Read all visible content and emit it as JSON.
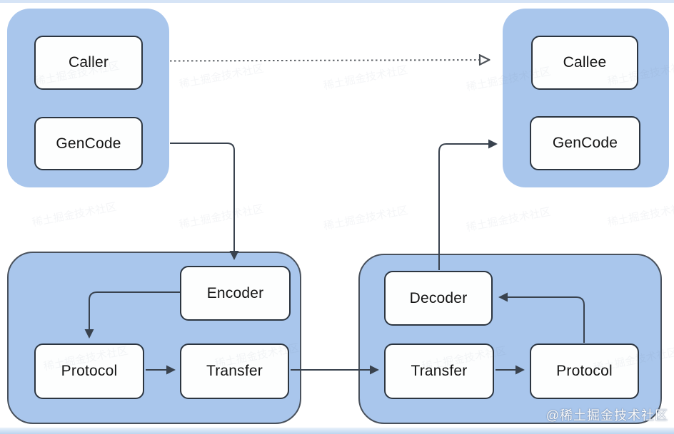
{
  "diagram": {
    "nodes": {
      "caller": "Caller",
      "gencode_client": "GenCode",
      "callee": "Callee",
      "gencode_server": "GenCode",
      "encoder": "Encoder",
      "protocol_client": "Protocol",
      "transfer_client": "Transfer",
      "decoder": "Decoder",
      "transfer_server": "Transfer",
      "protocol_server": "Protocol"
    },
    "edges": [
      {
        "from": "caller",
        "to": "callee",
        "style": "dashed",
        "head": "open-triangle"
      },
      {
        "from": "gencode_client",
        "to": "encoder",
        "style": "solid",
        "head": "filled"
      },
      {
        "from": "encoder",
        "to": "protocol_client",
        "style": "solid",
        "head": "filled"
      },
      {
        "from": "protocol_client",
        "to": "transfer_client",
        "style": "solid",
        "head": "filled"
      },
      {
        "from": "transfer_client",
        "to": "transfer_server",
        "style": "solid",
        "head": "filled"
      },
      {
        "from": "transfer_server",
        "to": "protocol_server",
        "style": "solid",
        "head": "filled"
      },
      {
        "from": "protocol_server",
        "to": "decoder",
        "style": "solid",
        "head": "filled"
      },
      {
        "from": "decoder",
        "to": "gencode_server",
        "style": "solid",
        "head": "filled"
      }
    ],
    "watermark": {
      "corner": "@稀土掘金技术社区",
      "ghost": "稀土掘金技术社区"
    },
    "colors": {
      "group_fill": "#a9c6ec",
      "group_border": "#49515c",
      "node_border": "#2c3540",
      "arrow": "#39424e",
      "dashed_arrow": "#5f6368",
      "background": "#ffffff",
      "edge_strip": "#bcd4ef"
    }
  }
}
